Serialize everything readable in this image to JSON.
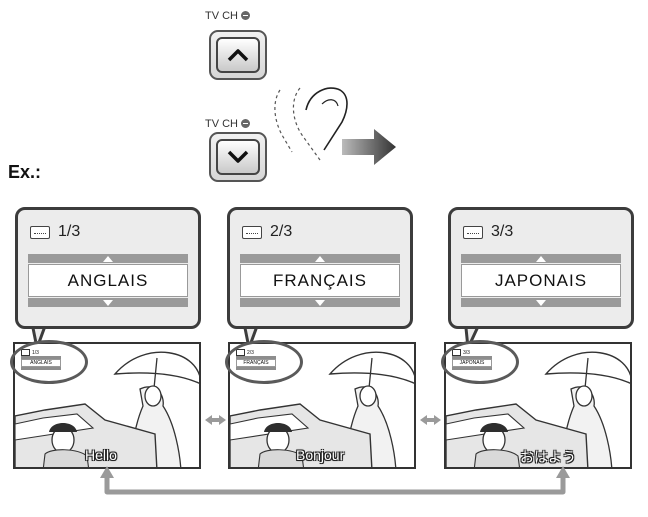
{
  "remote": {
    "up_label": "TV CH",
    "down_label": "TV CH",
    "up_icon": "chevron-up-icon",
    "down_icon": "chevron-down-icon"
  },
  "example_label": "Ex.:",
  "panels": [
    {
      "page": "1/3",
      "language": "ANGLAIS",
      "mini_page": "1/3",
      "mini_language": "ANGLAIS",
      "subtitle": "Hello"
    },
    {
      "page": "2/3",
      "language": "FRANÇAIS",
      "mini_page": "2/3",
      "mini_language": "FRANÇAIS",
      "subtitle": "Bonjour"
    },
    {
      "page": "3/3",
      "language": "JAPONAIS",
      "mini_page": "3/3",
      "mini_language": "JAPONAIS",
      "subtitle": "おはよう"
    }
  ],
  "colors": {
    "arrow": "#9a9a9a",
    "outline": "#3c3c3c",
    "bubble_bg": "#ececec"
  }
}
